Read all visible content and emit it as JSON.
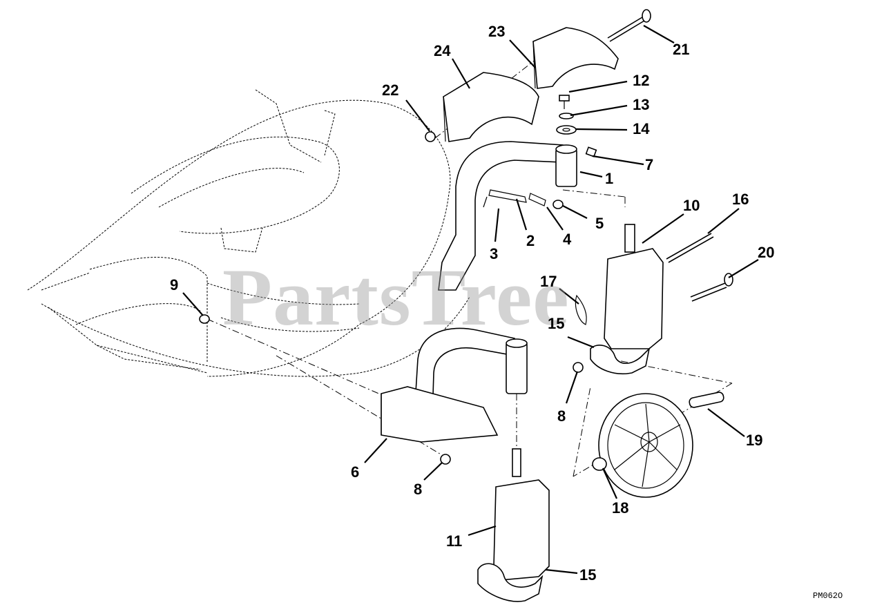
{
  "watermark": "PartsTree",
  "drawing_id": "PM062O",
  "callouts": [
    "1",
    "2",
    "3",
    "4",
    "5",
    "6",
    "7",
    "8",
    "8",
    "9",
    "10",
    "11",
    "12",
    "13",
    "14",
    "15",
    "15",
    "16",
    "17",
    "18",
    "19",
    "20",
    "21",
    "22",
    "23",
    "24"
  ],
  "colors": {
    "line": "#000000",
    "background": "#ffffff",
    "watermark": "#969696"
  }
}
